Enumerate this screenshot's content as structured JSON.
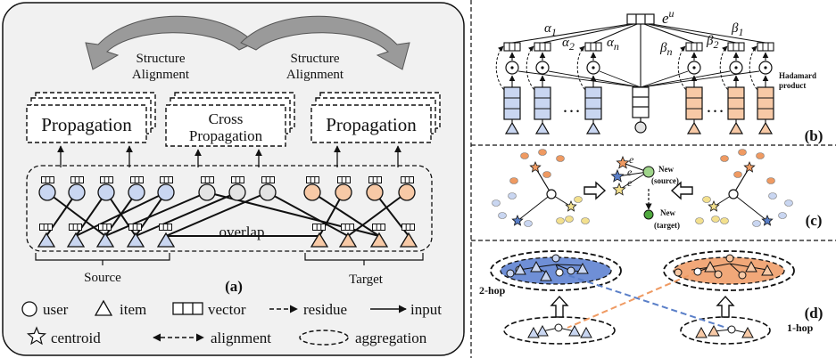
{
  "panel_a": {
    "structure_alignment_left": [
      "Structure",
      "Alignment"
    ],
    "structure_alignment_right": [
      "Structure",
      "Alignment"
    ],
    "propagation_left": "Propagation",
    "cross_propagation": [
      "Cross",
      "Propagation"
    ],
    "propagation_right": "Propagation",
    "overlap": "overlap",
    "source": "Source",
    "target": "Target",
    "tag": "(a)"
  },
  "legend": {
    "user": "user",
    "item": "item",
    "vector": "vector",
    "residue": "residue",
    "input": "input",
    "centroid": "centroid",
    "alignment": "alignment",
    "aggregation": "aggregation"
  },
  "panel_b": {
    "e_u": "e",
    "e_u_sup": "u",
    "alpha1": "α",
    "alpha1_sub": "1",
    "alpha2": "α",
    "alpha2_sub": "2",
    "alphan": "α",
    "alphan_sub": "n",
    "beta1": "β",
    "beta1_sub": "1",
    "beta2": "β",
    "beta2_sub": "2",
    "betan": "β",
    "betan_sub": "n",
    "hadamard": [
      "Hadamard",
      "product"
    ],
    "dots": "…",
    "tag": "(b)"
  },
  "panel_c": {
    "new_source": [
      "New",
      "(source)"
    ],
    "new_target": [
      "New",
      "(target)"
    ],
    "e1": "e",
    "e2": "e",
    "e3": "e",
    "tag": "(c)"
  },
  "panel_d": {
    "two_hop": "2-hop",
    "one_hop": "1-hop",
    "tag": "(d)"
  },
  "colors": {
    "blue": "#c9d6f1",
    "blue_dark": "#5a7fc8",
    "orange": "#f7c9a6",
    "orange_dark": "#ef9a62",
    "gray": "#e3e3e3",
    "panel_bg": "#f1f1f1"
  }
}
